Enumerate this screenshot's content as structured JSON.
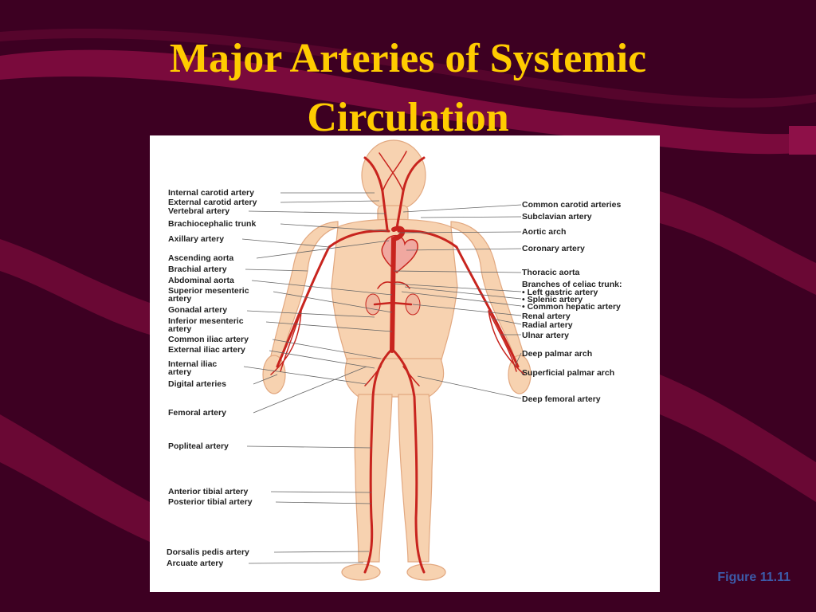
{
  "slide": {
    "title_line_1": "Major Arteries of Systemic",
    "title_line_2": "Circulation",
    "caption": "Figure 11.11",
    "colors": {
      "background": "#3D0022",
      "band": "#7A0A3C",
      "title": "#FFCC00",
      "caption": "#3C5AA8",
      "artery": "#C8241E",
      "skin": "#F7D2B0"
    }
  },
  "left_labels": [
    {
      "text": "Internal carotid artery"
    },
    {
      "text": "External carotid artery"
    },
    {
      "text": "Vertebral artery"
    },
    {
      "text": "Brachiocephalic trunk"
    },
    {
      "text": "Axillary artery"
    },
    {
      "text": "Ascending aorta"
    },
    {
      "text": "Brachial artery"
    },
    {
      "text": "Abdominal aorta"
    },
    {
      "text": "Superior mesenteric",
      "text2": "artery"
    },
    {
      "text": "Gonadal artery"
    },
    {
      "text": "Inferior mesenteric",
      "text2": "artery"
    },
    {
      "text": "Common iliac artery"
    },
    {
      "text": "External iliac artery"
    },
    {
      "text": "Internal iliac",
      "text2": "artery"
    },
    {
      "text": "Digital arteries"
    },
    {
      "text": "Femoral artery"
    },
    {
      "text": "Popliteal artery"
    },
    {
      "text": "Anterior tibial artery"
    },
    {
      "text": "Posterior tibial artery"
    },
    {
      "text": "Dorsalis pedis artery"
    },
    {
      "text": "Arcuate artery"
    }
  ],
  "right_labels": [
    {
      "text": "Common carotid arteries"
    },
    {
      "text": "Subclavian artery"
    },
    {
      "text": "Aortic arch"
    },
    {
      "text": "Coronary artery"
    },
    {
      "text": "Thoracic aorta"
    },
    {
      "text": "Branches of celiac trunk:"
    },
    {
      "text": "• Left gastric artery"
    },
    {
      "text": "• Splenic artery"
    },
    {
      "text": "• Common hepatic artery"
    },
    {
      "text": "Renal artery"
    },
    {
      "text": "Radial artery"
    },
    {
      "text": "Ulnar artery"
    },
    {
      "text": "Deep palmar arch"
    },
    {
      "text": "Superficial palmar arch"
    },
    {
      "text": "Deep femoral artery"
    }
  ]
}
